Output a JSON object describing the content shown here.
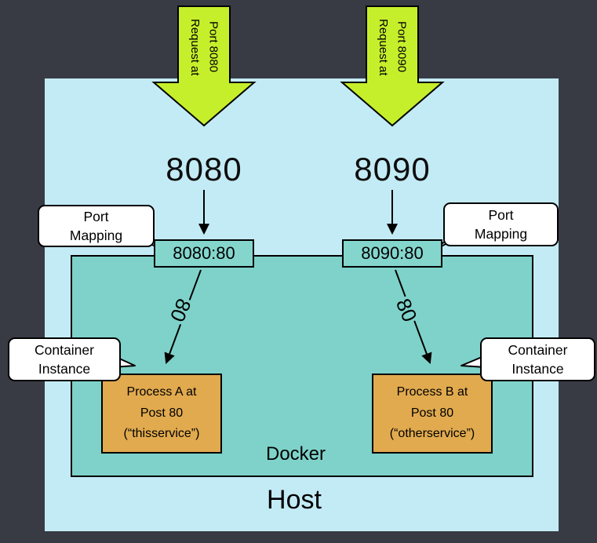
{
  "requests": [
    {
      "arrow_label": "Request at\nPort 8080",
      "host_port": "8080",
      "mapping": "8080:80",
      "container_port": "80",
      "process": "Process A at\nPost 80\n(“thisservice”)"
    },
    {
      "arrow_label": "Request at\nPort 8090",
      "host_port": "8090",
      "mapping": "8090:80",
      "container_port": "80",
      "process": "Process B at\nPost 80\n(“otherservice”)"
    }
  ],
  "callouts": {
    "port_mapping": "Port\nMapping",
    "container_instance": "Container\nInstance"
  },
  "labels": {
    "docker": "Docker",
    "host": "Host"
  },
  "colors": {
    "background": "#383b44",
    "host_fill": "#c3ebf5",
    "docker_fill": "#7ed2c9",
    "port_box_fill": "#84d6cd",
    "request_arrow_fill": "#c6ef2b",
    "process_box_fill": "#e1aa4f",
    "callout_fill": "#ffffff",
    "outline": "#000000"
  }
}
